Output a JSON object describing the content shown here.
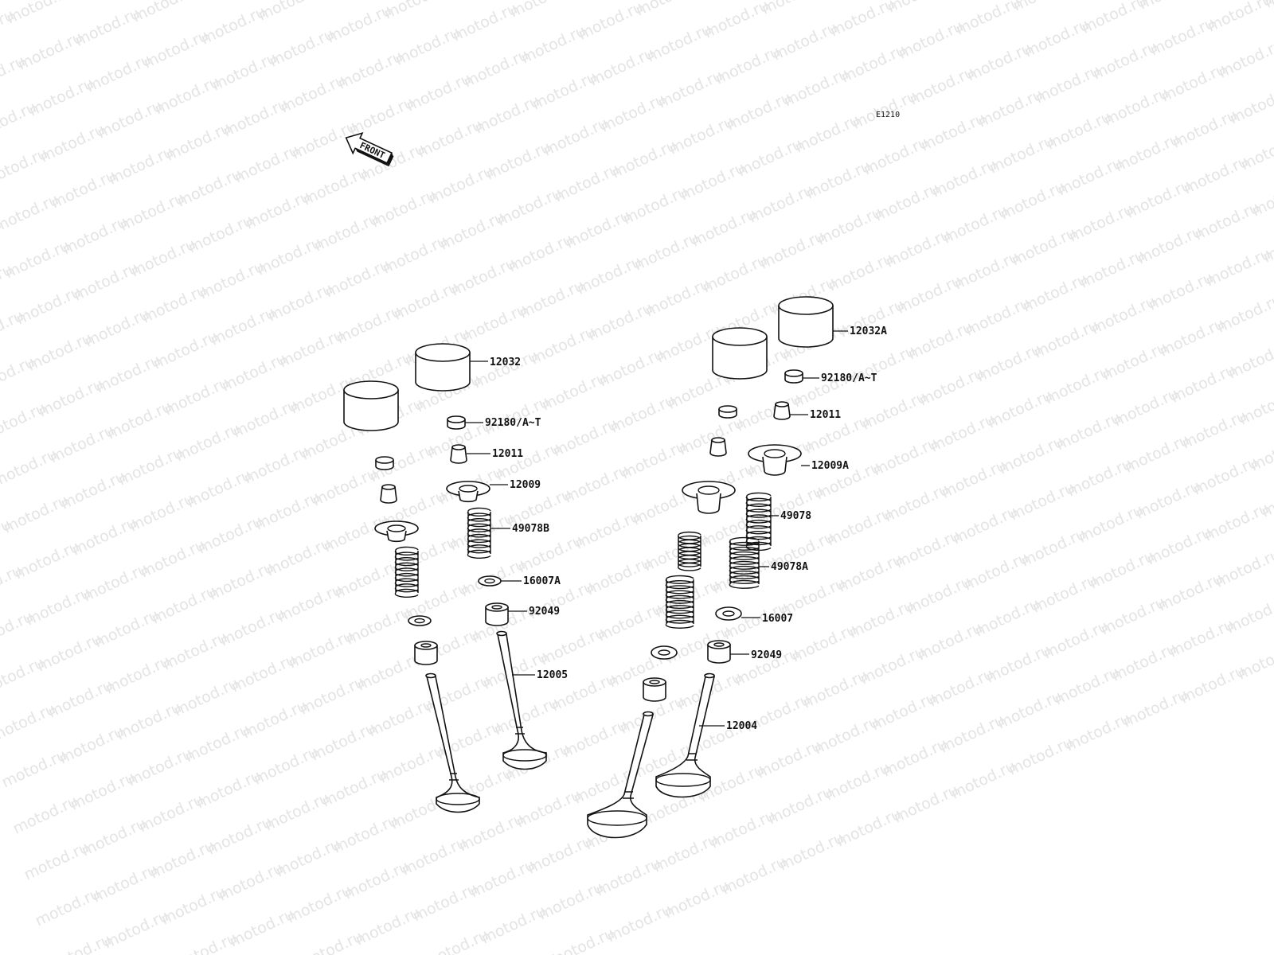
{
  "diagram": {
    "watermark_text": "motod.ru",
    "diagram_code": "E1210",
    "front_label": "FRONT",
    "callouts": {
      "c12032": "12032",
      "c92180_left": "92180/A~T",
      "c12011_left": "12011",
      "c12009": "12009",
      "c49078B": "49078B",
      "c16007A": "16007A",
      "c92049_left": "92049",
      "c12005": "12005",
      "c12032A": "12032A",
      "c92180_right": "92180/A~T",
      "c12011_right": "12011",
      "c12009A": "12009A",
      "c49078": "49078",
      "c49078A": "49078A",
      "c16007": "16007",
      "c92049_right": "92049",
      "c12004": "12004"
    }
  }
}
